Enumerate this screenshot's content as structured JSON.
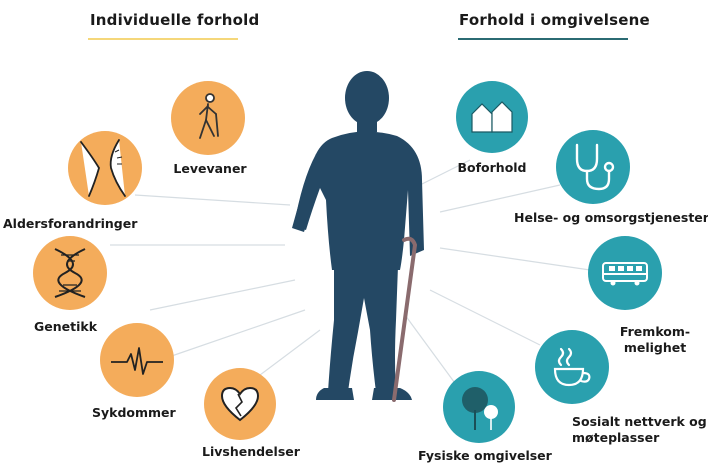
{
  "headings": {
    "left": "Individuelle forhold",
    "right": "Forhold i omgivelsene"
  },
  "colors": {
    "individual": "#f4ac5b",
    "environment": "#2aa0ae",
    "figure": "#244864",
    "left_underline": "#f5d77a",
    "right_underline": "#2b6b73"
  },
  "individual": [
    {
      "label": "Levevaner",
      "icon": "walking-person-icon"
    },
    {
      "label": "Aldersforandringer",
      "icon": "bending-knee-icon"
    },
    {
      "label": "Genetikk",
      "icon": "dna-helix-icon"
    },
    {
      "label": "Sykdommer",
      "icon": "heartbeat-pulse-icon"
    },
    {
      "label": "Livshendelser",
      "icon": "broken-heart-icon"
    }
  ],
  "environment": [
    {
      "label": "Boforhold",
      "icon": "houses-icon"
    },
    {
      "label": "Helse- og omsorgstjenester",
      "icon": "stethoscope-icon"
    },
    {
      "label_lines": [
        "Fremkom-",
        "melighet"
      ],
      "icon": "bus-icon"
    },
    {
      "label_lines": [
        "Sosialt nettverk og",
        "møteplasser"
      ],
      "icon": "coffee-cup-icon"
    },
    {
      "label": "Fysiske omgivelser",
      "icon": "trees-icon"
    }
  ]
}
